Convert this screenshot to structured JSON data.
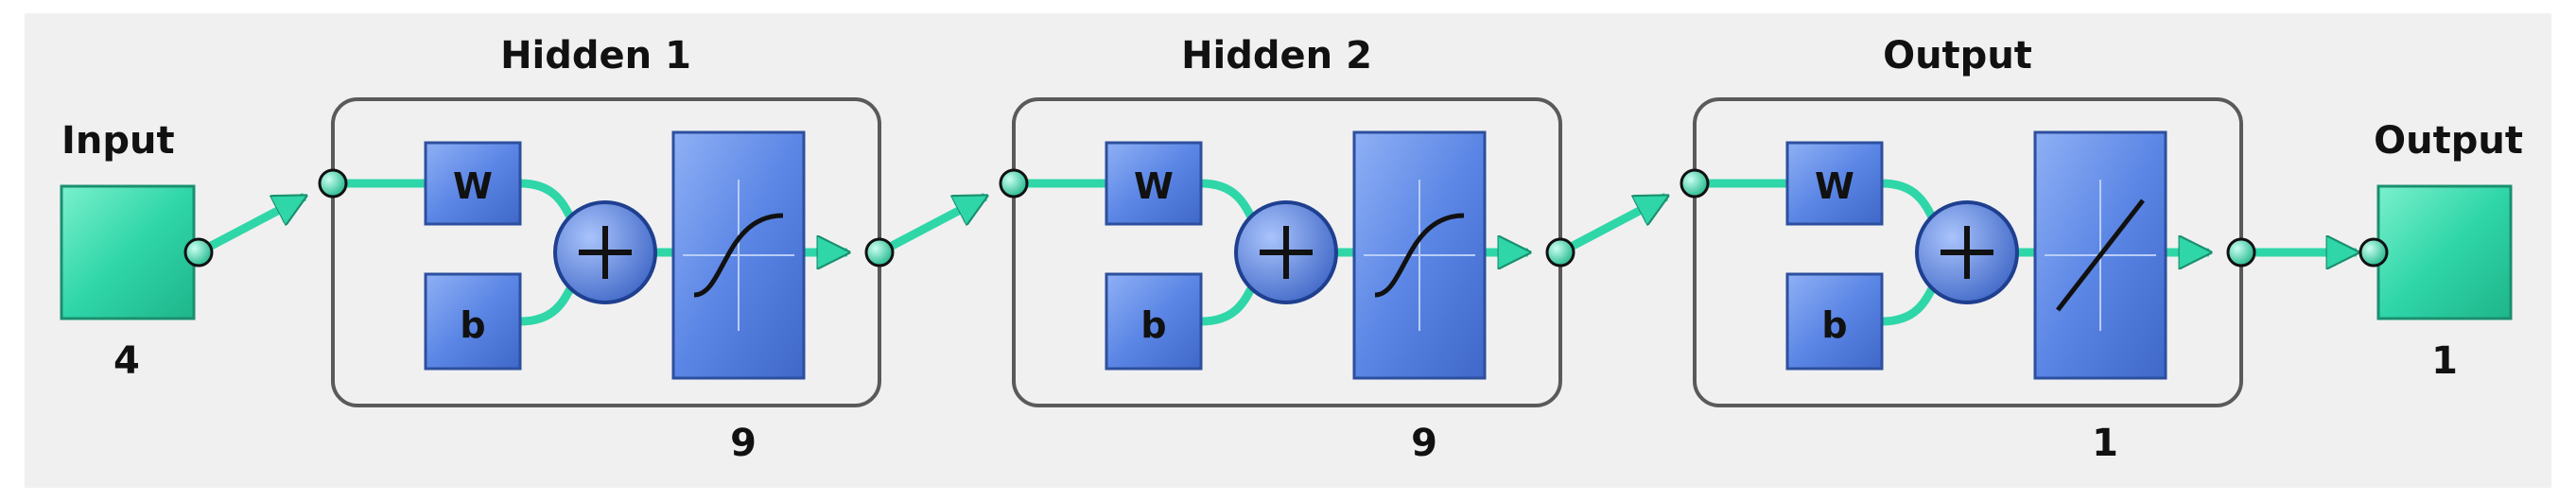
{
  "input": {
    "label": "Input",
    "size": "4"
  },
  "layers": [
    {
      "title": "Hidden 1",
      "weight_label": "W",
      "bias_label": "b",
      "size": "9",
      "transfer": "sigmoid"
    },
    {
      "title": "Hidden 2",
      "weight_label": "W",
      "bias_label": "b",
      "size": "9",
      "transfer": "sigmoid"
    },
    {
      "title": "Output",
      "weight_label": "W",
      "bias_label": "b",
      "size": "1",
      "transfer": "linear"
    }
  ],
  "output": {
    "label": "Output",
    "size": "1"
  },
  "colors": {
    "background": "#f0f0f0",
    "layer_border": "#5a5a5a",
    "block_fill": "#5b86e5",
    "block_border": "#2d4f9e",
    "connector": "#2fd6a8",
    "io_fill": "#2fd6a8",
    "io_border": "#1a8f6f",
    "node_fill": "#2fd6a8"
  }
}
